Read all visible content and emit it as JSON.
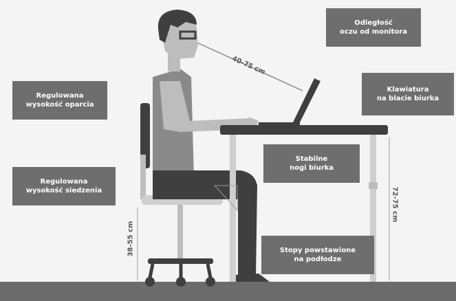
{
  "labels": {
    "eye_distance": "Odległość\noczu od monitora",
    "keyboard": "Klawiatura\nna blacie biurka",
    "backrest": "Regulowana\nwysokość oparcia",
    "seat": "Regulowana\nwysokość siedzenia",
    "desk_legs": "Stabilne\nnogi biurka",
    "feet": "Stopy powstawione\nna podłodze"
  },
  "dimensions": {
    "eye_to_monitor": "40-75 cm",
    "desk_height": "72-75 cm",
    "seat_height": "38-55 cm"
  },
  "colors": {
    "box_bg": "#6e6e6e",
    "floor": "#6b6b6b",
    "figure_dark": "#3f3f3f",
    "figure_mid": "#8a8a8a",
    "figure_light": "#bdbdbd"
  }
}
